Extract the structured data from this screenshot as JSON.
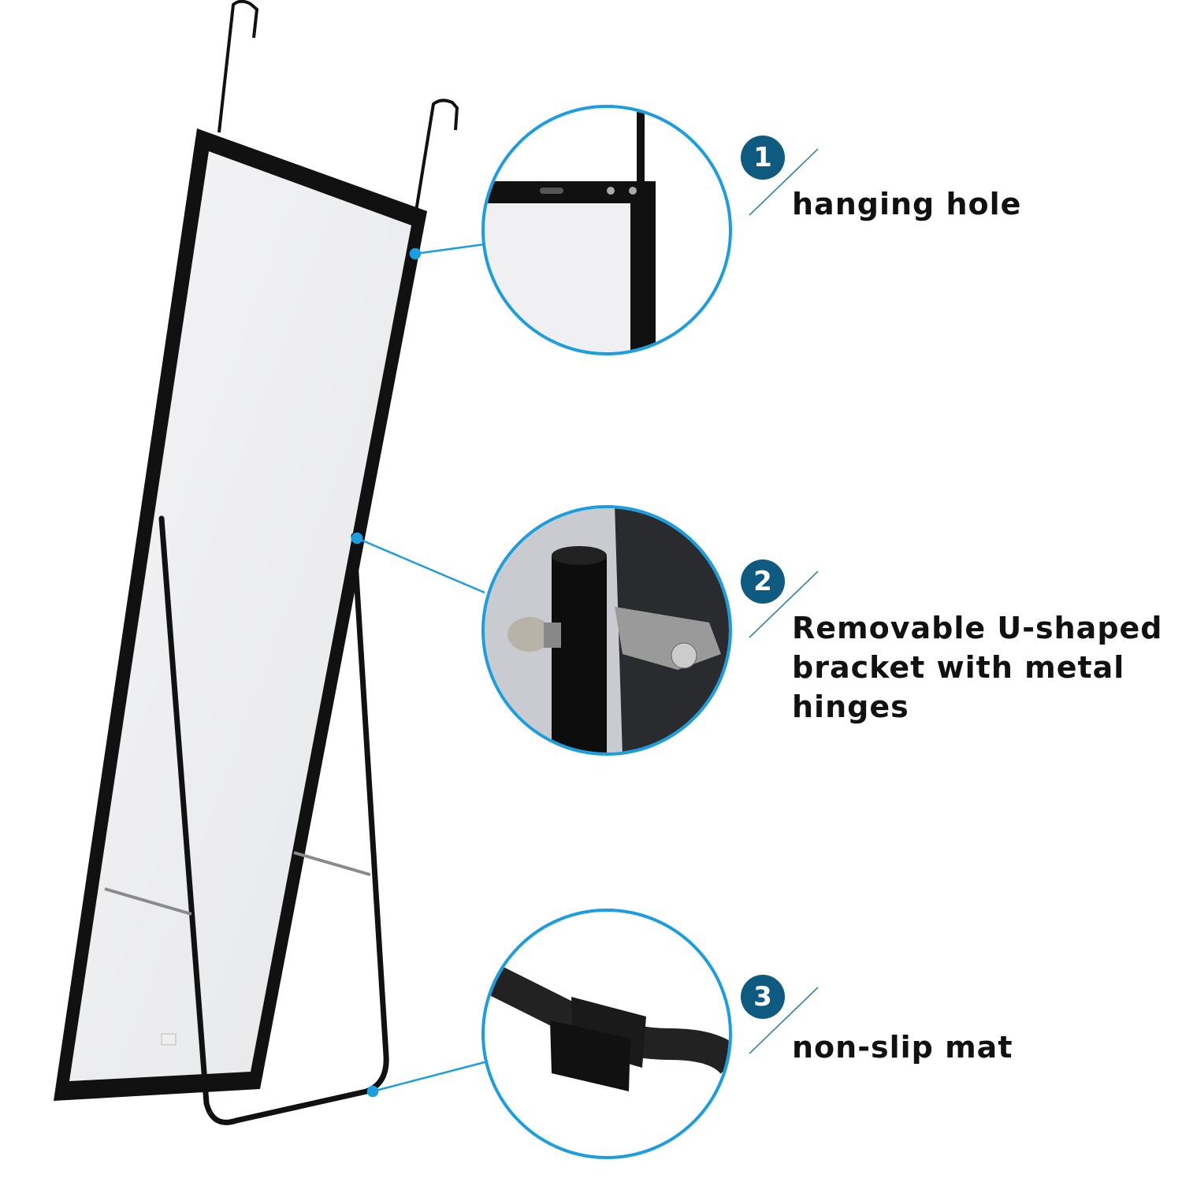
{
  "colors": {
    "accent": "#1a9ee0",
    "badge": "#0f5a80",
    "frame": "#111111"
  },
  "callouts": [
    {
      "number": "1",
      "lines": [
        "hanging hole"
      ]
    },
    {
      "number": "2",
      "lines": [
        "Removable U-shaped",
        "bracket with metal",
        "hinges"
      ]
    },
    {
      "number": "3",
      "lines": [
        "non-slip mat"
      ]
    }
  ]
}
